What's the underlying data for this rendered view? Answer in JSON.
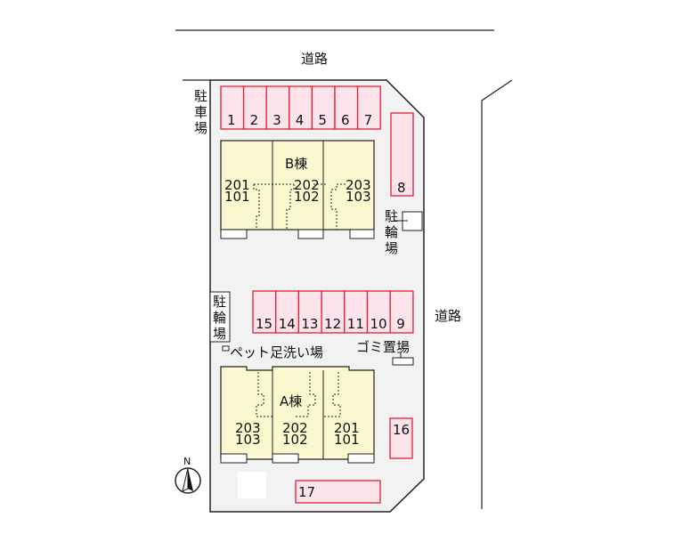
{
  "roads": {
    "top": "道路",
    "right": "道路"
  },
  "parking_label": [
    "駐",
    "車",
    "場"
  ],
  "bike_label_right": [
    "駐",
    "輪",
    "場"
  ],
  "bike_label_left": [
    "駐",
    "輪",
    "場"
  ],
  "pet_wash": "ペット足洗い場",
  "garbage": "ゴミ置場",
  "building_b": {
    "name": "B棟",
    "units": [
      [
        "201",
        "101"
      ],
      [
        "202",
        "102"
      ],
      [
        "203",
        "103"
      ]
    ]
  },
  "building_a": {
    "name": "A棟",
    "units": [
      [
        "203",
        "103"
      ],
      [
        "202",
        "102"
      ],
      [
        "201",
        "101"
      ]
    ]
  },
  "parking_top": [
    "1",
    "2",
    "3",
    "4",
    "5",
    "6",
    "7"
  ],
  "parking_mid": [
    "15",
    "14",
    "13",
    "12",
    "11",
    "10",
    "9"
  ],
  "parking_8": "8",
  "parking_16": "16",
  "parking_17": "17",
  "compass": "N",
  "colors": {
    "lot": "#f2f2f2",
    "building": "#fbf8cf",
    "parking_fill": "#fde4ea",
    "parking_stroke": "#e0203a"
  }
}
